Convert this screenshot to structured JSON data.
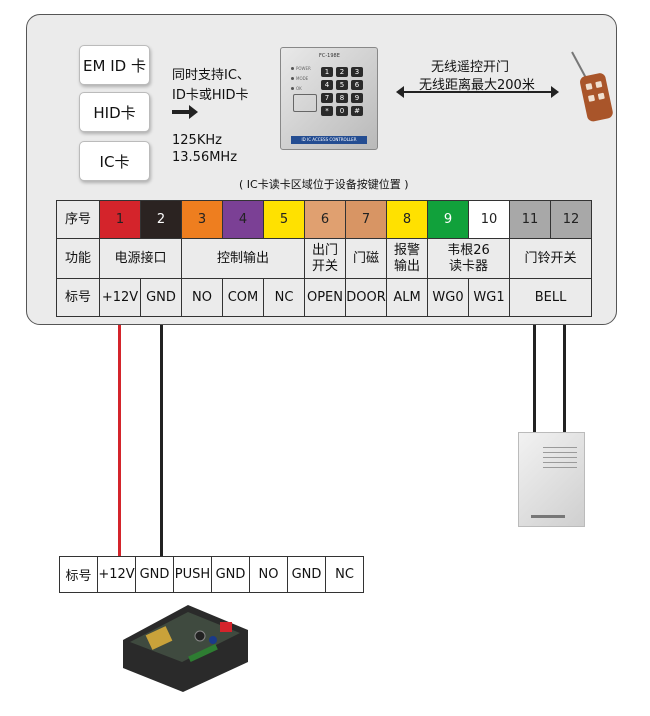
{
  "cards": [
    "EM ID 卡",
    "HID卡",
    "IC卡"
  ],
  "support_text": [
    "同时支持IC、",
    "ID卡或HID卡"
  ],
  "frequencies": [
    "125KHz",
    "13.56MHz"
  ],
  "keypad": {
    "model": "FC-198E",
    "leds": [
      "POWER",
      "MODE",
      "OK"
    ],
    "keys": [
      "1",
      "2",
      "3",
      "4",
      "5",
      "6",
      "7",
      "8",
      "9",
      "*",
      "0",
      "#"
    ],
    "strip": "ID IC ACCESS CONTROLLER"
  },
  "remote_text": [
    "无线遥控开门",
    "无线距离最大200米"
  ],
  "ic_note": "( IC卡读卡区域位于设备按键位置 )",
  "terminal": {
    "row_labels": [
      "序号",
      "功能",
      "标号"
    ],
    "numbers": [
      {
        "n": "1",
        "bg": "#d4242b",
        "fg": "#222"
      },
      {
        "n": "2",
        "bg": "#2b2321",
        "fg": "#fff"
      },
      {
        "n": "3",
        "bg": "#ee7e1f",
        "fg": "#222"
      },
      {
        "n": "4",
        "bg": "#7b4095",
        "fg": "#222"
      },
      {
        "n": "5",
        "bg": "#ffe100",
        "fg": "#222"
      },
      {
        "n": "6",
        "bg": "#e0a070",
        "fg": "#222"
      },
      {
        "n": "7",
        "bg": "#d89564",
        "fg": "#222"
      },
      {
        "n": "8",
        "bg": "#ffe100",
        "fg": "#222"
      },
      {
        "n": "9",
        "bg": "#11a13b",
        "fg": "#fff"
      },
      {
        "n": "10",
        "bg": "#ffffff",
        "fg": "#222"
      },
      {
        "n": "11",
        "bg": "#a8a8a8",
        "fg": "#222"
      },
      {
        "n": "12",
        "bg": "#a8a8a8",
        "fg": "#222"
      }
    ],
    "functions": [
      {
        "label": "电源接口",
        "span": 2
      },
      {
        "label": "控制输出",
        "span": 3
      },
      {
        "label": "出门\n开关",
        "span": 1
      },
      {
        "label": "门磁",
        "span": 1
      },
      {
        "label": "报警\n输出",
        "span": 1
      },
      {
        "label": "韦根26\n读卡器",
        "span": 2
      },
      {
        "label": "门铃开关",
        "span": 2
      }
    ],
    "marks": [
      {
        "label": "+12V",
        "span": 1
      },
      {
        "label": "GND",
        "span": 1
      },
      {
        "label": "NO",
        "span": 1
      },
      {
        "label": "COM",
        "span": 1
      },
      {
        "label": "NC",
        "span": 1
      },
      {
        "label": "OPEN",
        "span": 1
      },
      {
        "label": "DOOR",
        "span": 1
      },
      {
        "label": "ALM",
        "span": 1
      },
      {
        "label": "WG0",
        "span": 1
      },
      {
        "label": "WG1",
        "span": 1
      },
      {
        "label": "BELL",
        "span": 2
      }
    ]
  },
  "power_strip": {
    "label": "标号",
    "cells": [
      "+12V",
      "GND",
      "PUSH",
      "GND",
      "NO",
      "GND",
      "NC"
    ]
  },
  "colors": {
    "red_wire": "#d4242b",
    "black_wire": "#222222"
  }
}
